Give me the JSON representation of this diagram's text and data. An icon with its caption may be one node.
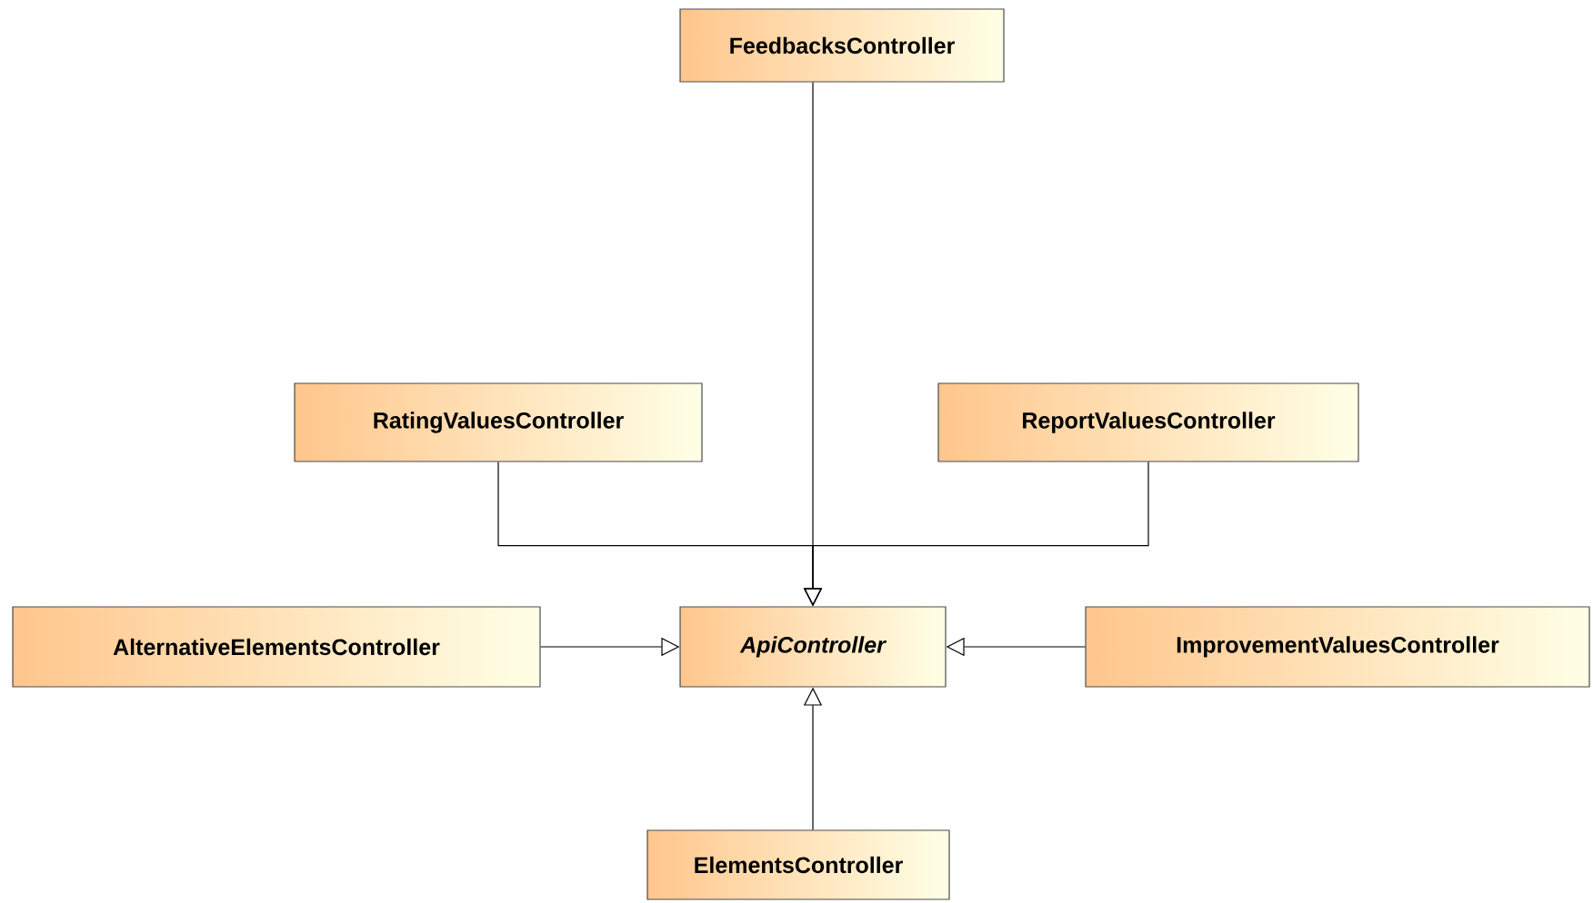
{
  "diagram": {
    "nodes": [
      {
        "text": [
          "FeedbacksController"
        ]
      },
      {
        "text": [
          "RatingValuesController"
        ]
      },
      {
        "text": [
          "ReportValuesController"
        ]
      },
      {
        "text": [
          "AlternativeElementsController"
        ]
      },
      {
        "text": [
          "ApiController"
        ]
      },
      {
        "text": [
          "ImprovementValuesController"
        ]
      },
      {
        "text": [
          "ElementsController"
        ]
      }
    ],
    "edges": [
      {
        "from": 0,
        "to": 4,
        "arrow": "to"
      },
      {
        "from": 1,
        "to": 4,
        "arrow": "to"
      },
      {
        "from": 2,
        "to": 4,
        "arrow": "to"
      },
      {
        "from": 3,
        "to": 4,
        "arrow": "to"
      },
      {
        "from": 5,
        "to": 4,
        "arrow": "to"
      },
      {
        "from": 6,
        "to": 4,
        "arrow": "to"
      }
    ]
  }
}
